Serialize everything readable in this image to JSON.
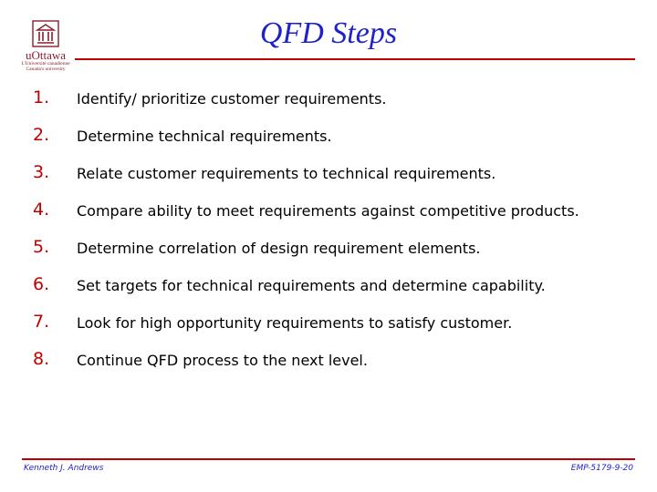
{
  "logo": {
    "wordmark": "uOttawa",
    "subtext_line1": "L'Université canadienne",
    "subtext_line2": "Canada's university"
  },
  "slide": {
    "title": "QFD Steps",
    "items": [
      {
        "number": "1.",
        "text": "Identify/ prioritize customer requirements."
      },
      {
        "number": "2.",
        "text": "Determine technical requirements."
      },
      {
        "number": "3.",
        "text": "Relate customer requirements to technical requirements."
      },
      {
        "number": "4.",
        "text": "Compare ability to meet requirements against competitive products."
      },
      {
        "number": "5.",
        "text": "Determine correlation of design requirement elements."
      },
      {
        "number": "6.",
        "text": "Set targets for technical requirements and determine capability."
      },
      {
        "number": "7.",
        "text": "Look for high opportunity requirements to satisfy customer."
      },
      {
        "number": "8.",
        "text": "Continue QFD process to the next level."
      }
    ]
  },
  "footer": {
    "author": "Kenneth J. Andrews",
    "code": "EMP-5179-9-20"
  },
  "colors": {
    "title": "#1f22c8",
    "accent": "#c00000",
    "logo": "#8c1d2e"
  }
}
